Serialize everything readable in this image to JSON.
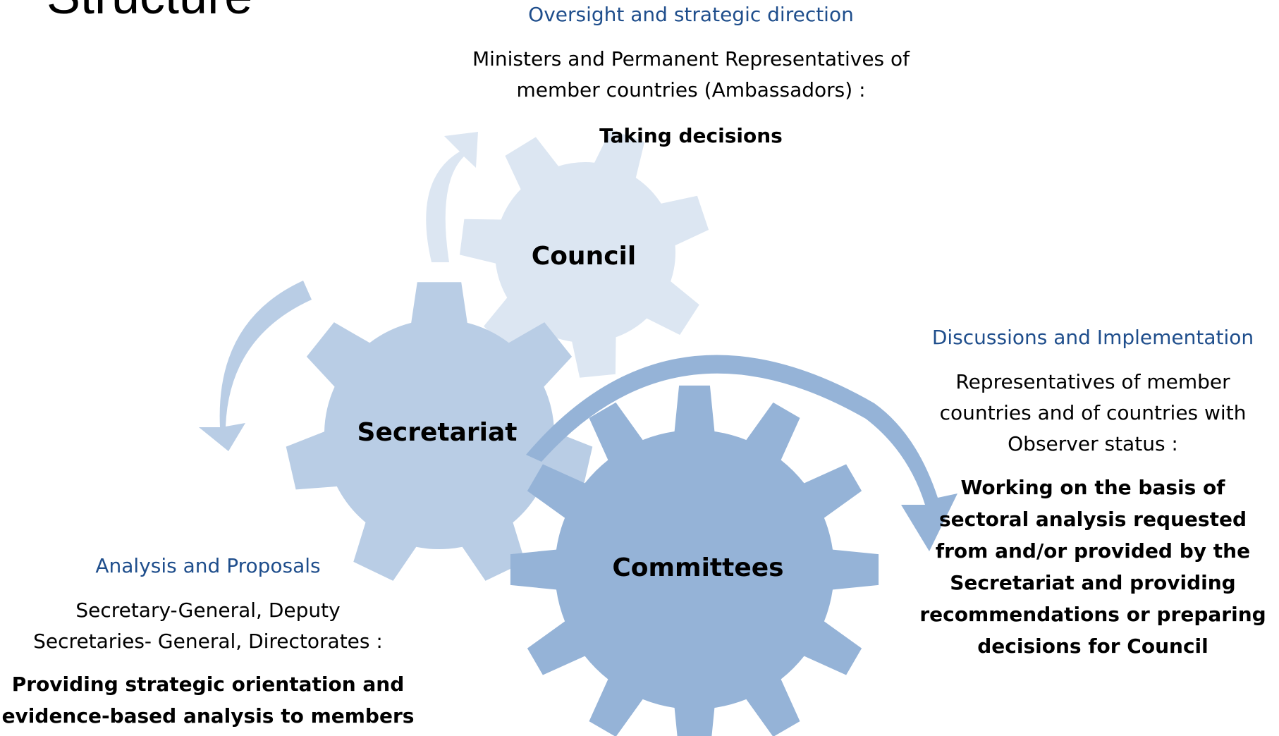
{
  "title": "Structure",
  "council": {
    "label": "Council",
    "heading": "Oversight and strategic direction",
    "description_lines": [
      "Ministers and Permanent Representatives of",
      "member countries (Ambassadors) :"
    ],
    "role": "Taking decisions"
  },
  "secretariat": {
    "label": "Secretariat",
    "heading": "Analysis and Proposals",
    "description_lines": [
      "Secretary-General, Deputy",
      "Secretaries- General, Directorates :"
    ],
    "role_lines": [
      "Providing strategic orientation and",
      "evidence-based analysis to members"
    ]
  },
  "committees": {
    "label": "Committees",
    "heading": "Discussions and Implementation",
    "description_lines": [
      "Representatives of member",
      "countries and of countries with",
      "Observer status :"
    ],
    "role_lines": [
      "Working on the basis of",
      "sectoral analysis requested",
      "from and/or provided by the",
      "Secretariat and providing",
      "recommendations or preparing",
      "decisions for Council"
    ]
  },
  "colors": {
    "council_gear": "#dce6f2",
    "secretariat_gear": "#b9cde5",
    "committees_gear": "#95b3d7",
    "arrow_light": "#dce6f2",
    "arrow_mid": "#b9cde5",
    "arrow_dark": "#95b3d7",
    "heading": "#1f4e8c"
  }
}
